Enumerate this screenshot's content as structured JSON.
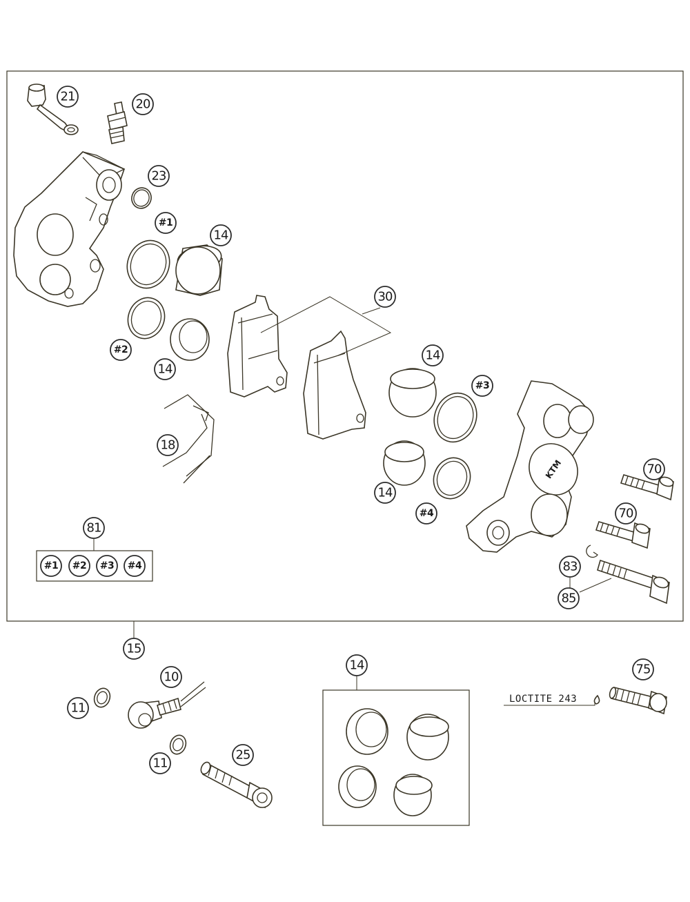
{
  "diagram": {
    "brand_logo": "KTM",
    "note": "LOCTITE 243",
    "colors": {
      "line": "#3a3526",
      "part_fill": "#ffffff"
    },
    "callouts": {
      "c21": "21",
      "c20": "20",
      "c23": "23",
      "c1": "#1",
      "c14a": "14",
      "c2": "#2",
      "c14b": "14",
      "c30": "30",
      "c14c": "14",
      "c3": "#3",
      "c18": "18",
      "c14d": "14",
      "c4": "#4",
      "c70a": "70",
      "c70b": "70",
      "c81": "81",
      "k1": "#1",
      "k2": "#2",
      "k3": "#3",
      "k4": "#4",
      "c83": "83",
      "c85": "85",
      "c15": "15",
      "c10": "10",
      "c11a": "11",
      "c11b": "11",
      "c25": "25",
      "c14e": "14",
      "c75": "75"
    }
  }
}
